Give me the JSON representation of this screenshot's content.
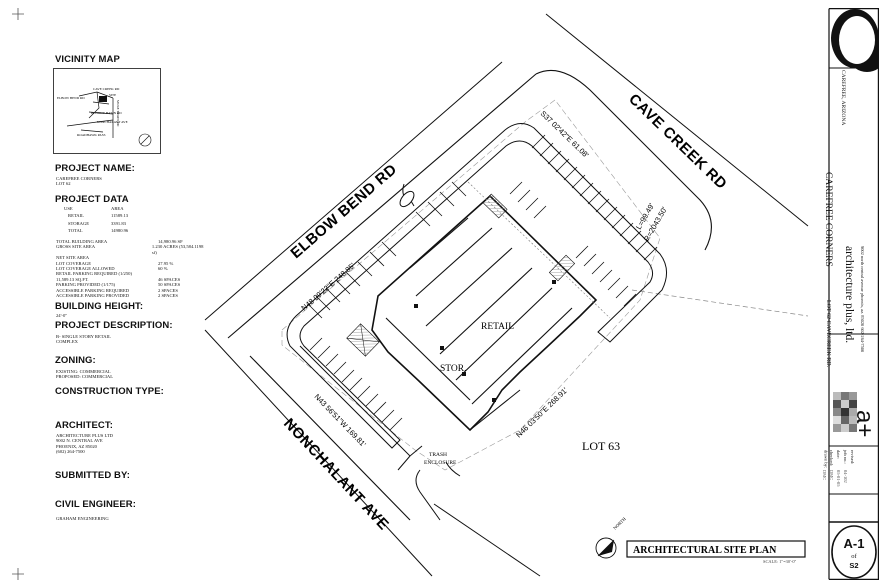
{
  "vicinity": {
    "title": "VICINITY MAP",
    "labels": [
      "ELBOW BEND RD",
      "CAVE CREEK RD",
      "BLOODY BASIN RD",
      "NONCHALANT AVE",
      "ROADHAWK PASS",
      "MULE TRAIN RD",
      "SITE"
    ]
  },
  "project_name": {
    "heading": "PROJECT NAME:",
    "lines": [
      "CAREFREE CORNERS",
      "LOT 62"
    ]
  },
  "project_data": {
    "heading": "PROJECT DATA",
    "columns": [
      "USE",
      "AREA"
    ],
    "rows": [
      [
        "RETAIL",
        "11589.13"
      ],
      [
        "STORAGE",
        "3391.83"
      ],
      [
        "TOTAL",
        "14980.96"
      ]
    ],
    "summary": [
      [
        "TOTAL BUILDING AREA",
        "14,980.96 SF"
      ],
      [
        "GROSS SITE AREA",
        "1.230 ACRES (53,584.1198 sf)"
      ],
      [
        "NET SITE AREA",
        ""
      ],
      [
        "LOT COVERAGE",
        "27.95 %"
      ],
      [
        "LOT COVERAGE ALLOWED",
        "60 %"
      ],
      [
        "RETAIL PARKING REQUIRED (1/250)",
        ""
      ],
      [
        "11,589.13 SQ.FT.",
        "46 SPACES"
      ],
      [
        "PARKING PROVIDED (1/175)",
        "50 SPACES"
      ],
      [
        "ACCESSIBLE PARKING REQUIRED",
        "2 SPACES"
      ],
      [
        "ACCESSIBLE PARKING PROVIDED",
        "2 SPACES"
      ]
    ]
  },
  "building_height": {
    "heading": "BUILDING HEIGHT:",
    "value": "24'-0\""
  },
  "project_description": {
    "heading": "PROJECT DESCRIPTION:",
    "lines": [
      "B- SINGLE STORY RETAIL",
      "COMPLEX"
    ]
  },
  "zoning": {
    "heading": "ZONING:",
    "lines": [
      "EXISTING: COMMERCIAL",
      "PROPOSED: COMMERCIAL"
    ]
  },
  "construction_type": {
    "heading": "CONSTRUCTION TYPE:"
  },
  "architect": {
    "heading": "ARCHITECT:",
    "lines": [
      "ARCHITECTURE PLUS LTD",
      "9002 N. CENTRAL AVE",
      "PHOENIX, AZ 85020",
      "(602) 264-7500"
    ]
  },
  "submitted_by": {
    "heading": "SUBMITTED BY:"
  },
  "civil_engineer": {
    "heading": "CIVIL ENGINEER:",
    "lines": [
      "GRAHAM ENGINEERING"
    ]
  },
  "plan": {
    "streets": {
      "elbow": "ELBOW BEND RD",
      "cave": "CAVE CREEK RD",
      "nonchalant": "NONCHALANT AVE"
    },
    "bearings": {
      "top": "S37 02'42\"E   61.08'",
      "left": "N48 09'22\"E   248.85'",
      "bottom_left": "N43 56'51\"W   169.81'",
      "bottom_right": "N46 03'50\"E   268.91'",
      "curve_l": "L=99.49'",
      "curve_r": "R=2043.50'"
    },
    "labels": {
      "retail": "RETAIL",
      "stor": "STOR.",
      "trash1": "TRASH",
      "trash2": "ENCLOSURE",
      "lot": "LOT 63",
      "north": "NORTH"
    },
    "title": "ARCHITECTURAL SITE PLAN",
    "scale": "SCALE: 1\"=30'-0\""
  },
  "title_block": {
    "location": "CAREFREE, ARIZONA",
    "project": "CAREFREE  CORNERS",
    "lot": "LOT 62  CAVECREEK RD.",
    "firm": "architecture plus, ltd.",
    "address": "9002 north central avenue    phoenix, az. 85020    602-264-7500",
    "logo_text": "a+",
    "info": [
      "drawn by:",
      "checked:",
      "date:",
      "job no.:",
      "revised:"
    ],
    "info_values": [
      "DMC",
      "DMC",
      "05-01-05",
      "04-102",
      ""
    ],
    "sheet": "A-1",
    "of_label": "of",
    "sheet_total": "S2"
  },
  "colors": {
    "line": "#111111",
    "hatch": "#8a8a8a",
    "background": "#ffffff"
  }
}
